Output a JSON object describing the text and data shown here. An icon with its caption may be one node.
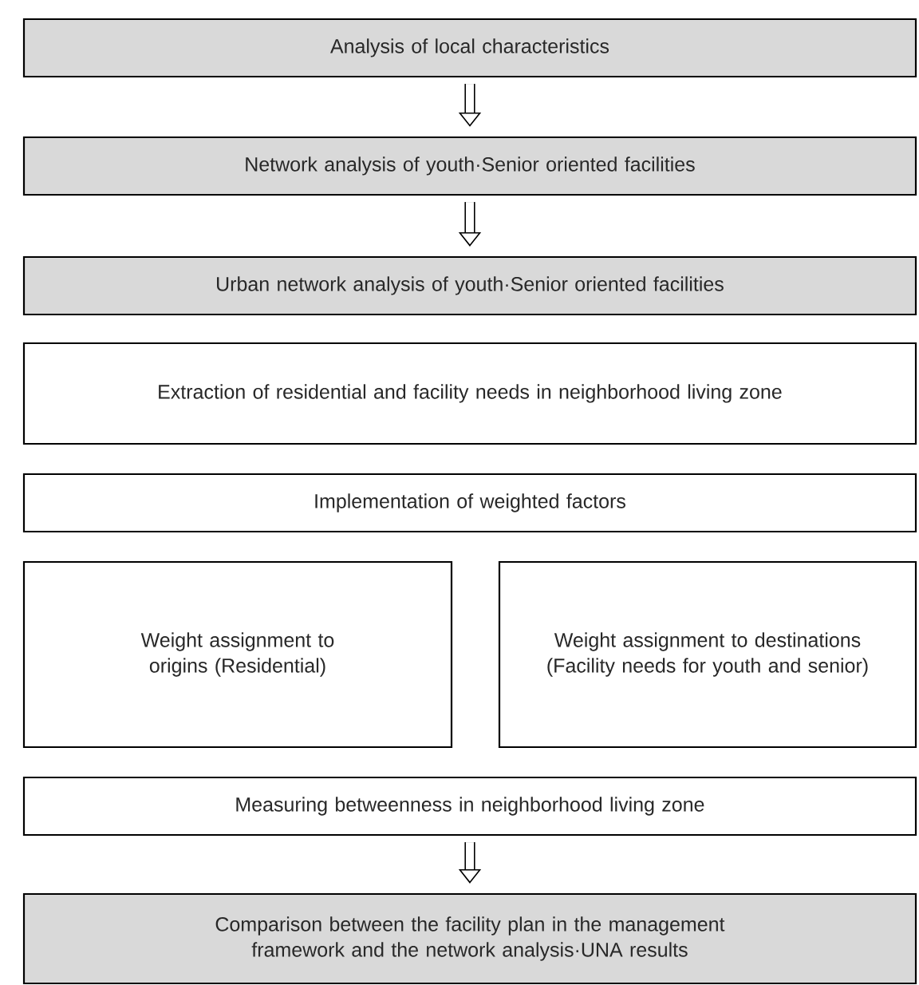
{
  "diagram": {
    "nodes": [
      {
        "text": [
          "Analysis of local characteristics"
        ]
      },
      {
        "text": [
          "Network analysis of youth·Senior oriented facilities"
        ]
      },
      {
        "text": [
          "Urban network analysis of youth·Senior oriented facilities"
        ]
      },
      {
        "text": [
          "Extraction of residential and facility needs in neighborhood living zone"
        ]
      },
      {
        "text": [
          "Implementation of weighted factors"
        ]
      },
      {
        "text": [
          "Weight assignment to origins (Residential)"
        ]
      },
      {
        "text": [
          "Weight assignment to destinations (Facility needs for youth and senior)"
        ]
      },
      {
        "text": [
          "Measuring betweenness in neighborhood living zone"
        ]
      },
      {
        "text": [
          "Comparison between the facility plan in the management framework and the network analysis·UNA results"
        ]
      }
    ],
    "edges": [
      {
        "from": 0,
        "to": 1,
        "arrow": "to"
      },
      {
        "from": 1,
        "to": 2,
        "arrow": "to"
      },
      {
        "from": 7,
        "to": 8,
        "arrow": "to"
      }
    ]
  }
}
